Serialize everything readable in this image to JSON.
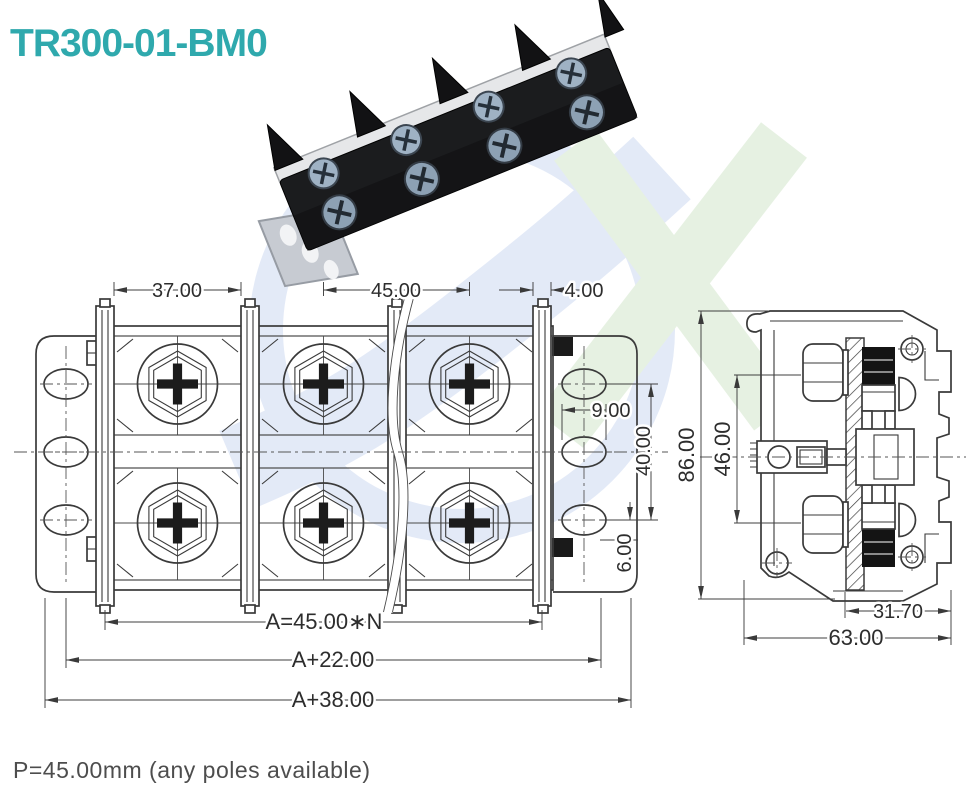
{
  "title": "TR300-01-BM0",
  "footer_note": "P=45.00mm  (any poles available)",
  "front_view": {
    "d37": "37.00",
    "d45": "45.00",
    "d4": "4.00",
    "d9": "9.00",
    "d40": "40.00",
    "d6": "6.00",
    "dA": "A=45.00∗N",
    "dA22": "A+22.00",
    "dA38": "A+38.00"
  },
  "side_view": {
    "d86": "86.00",
    "d46": "46.00",
    "d317": "31.70",
    "d63": "63.00"
  },
  "colors": {
    "accent_teal": "#2fa9ad",
    "drawing_line": "#3a3a3a",
    "watermark_blue": "#cdd9f1",
    "watermark_green": "#d3e6cc"
  }
}
